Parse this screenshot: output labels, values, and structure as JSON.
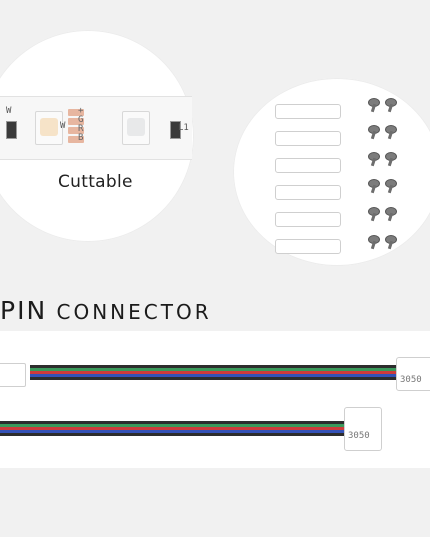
{
  "lower_panel": {
    "title_lead": "PIN",
    "title_rest": "CONNECTOR"
  },
  "strip_view": {
    "caption": "Cuttable",
    "pad_labels": [
      "+",
      "G",
      "R",
      "B"
    ],
    "marks": [
      "W",
      "W",
      "L1"
    ]
  },
  "connector_marks": [
    "3050",
    "3050"
  ],
  "wire_colors": [
    "#2d2d2d",
    "#3a9a5b",
    "#cf3b3b",
    "#3452b7"
  ]
}
